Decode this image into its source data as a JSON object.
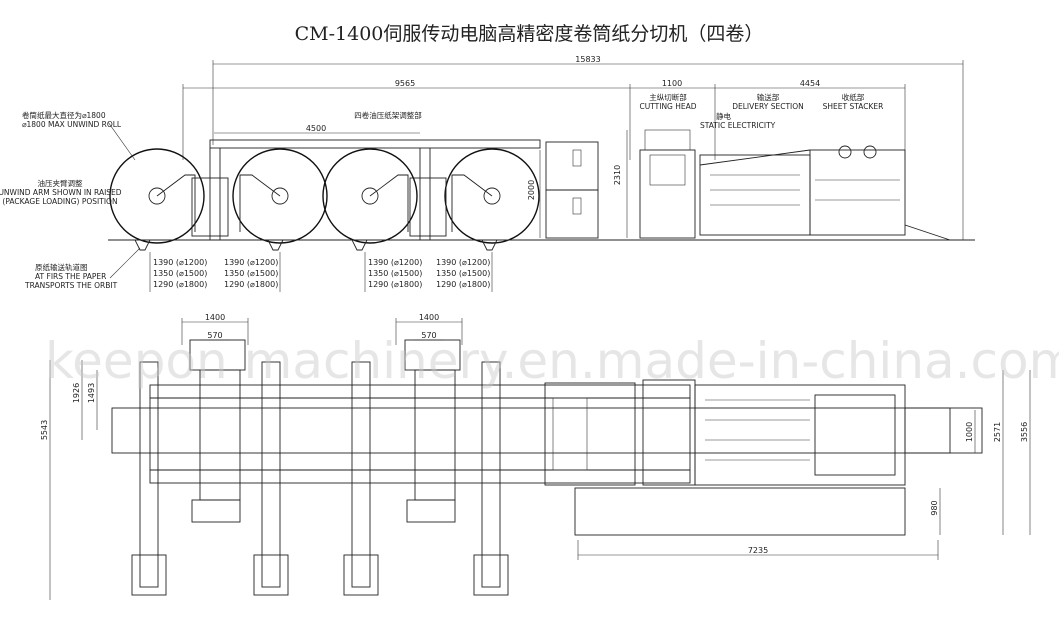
{
  "title": "CM-1400伺服传动电脑高精密度卷筒纸分切机（四卷）",
  "watermark": "keepon machinery.en.made-in-china.com",
  "labels": {
    "roll_max_cn": "卷筒纸最大直径为⌀1800",
    "roll_max_en": "⌀1800 MAX UNWIND ROLL",
    "arm_cn": "油压夹臂调整",
    "arm_en1": "UNWIND ARM SHOWN IN RAISED",
    "arm_en2": "(PACKAGE LOADING) POSITION",
    "orbit_cn": "原纸输送轨道图",
    "orbit_en1": "AT FIRS THE PAPER",
    "orbit_en2": "TRANSPORTS THE ORBIT",
    "stand_cn": "四卷油压纸架调整部",
    "cutting_cn": "主纵切断部",
    "cutting_en": "CUTTING HEAD",
    "static_en": "STATIC ELECTRICITY",
    "static_cn": "静电",
    "delivery_cn": "输送部",
    "delivery_en": "DELIVERY SECTION",
    "stacker_cn": "收纸部",
    "stacker_en": "SHEET STACKER"
  },
  "dimensions": {
    "total": "15833",
    "d9565": "9565",
    "d4500": "4500",
    "d1100": "1100",
    "d4454": "4454",
    "h2000": "2000",
    "h2310": "2310",
    "w1400a": "1400",
    "w570a": "570",
    "w1400b": "1400",
    "w570b": "570",
    "h1926": "1926",
    "h1493": "1493",
    "h5543": "5543",
    "h1000": "1000",
    "h2571": "2571",
    "h3556": "3556",
    "h980": "980",
    "w7235": "7235"
  },
  "roll_table": {
    "left": [
      [
        "1390 (⌀1200)",
        "1390 (⌀1200)"
      ],
      [
        "1350 (⌀1500)",
        "1350 (⌀1500)"
      ],
      [
        "1290 (⌀1800)",
        "1290 (⌀1800)"
      ]
    ],
    "right": [
      [
        "1390 (⌀1200)",
        "1390 (⌀1200)"
      ],
      [
        "1350 (⌀1500)",
        "1350 (⌀1500)"
      ],
      [
        "1290 (⌀1800)",
        "1290 (⌀1800)"
      ]
    ]
  }
}
